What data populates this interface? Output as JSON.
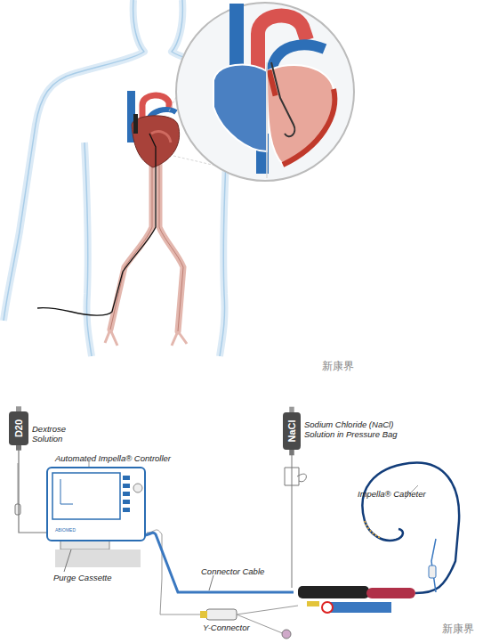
{
  "diagram": {
    "nodes": [
      {
        "text": [
          "D20",
          "Dextrose Solution"
        ]
      },
      {
        "text": [
          "Automated Impella® Controller",
          "ABIOMED"
        ]
      },
      {
        "text": [
          "NaCl",
          "Sodium Chloride (NaCl) Solution in Pressure Bag"
        ]
      }
    ],
    "edges": [
      {
        "from": 0,
        "to": 1,
        "arrow": "none"
      }
    ],
    "labels": [
      "Purge Cassette",
      "Connector Cable",
      "Y-Connector",
      "Impella® Catheter",
      "新康界",
      "新康界"
    ]
  }
}
